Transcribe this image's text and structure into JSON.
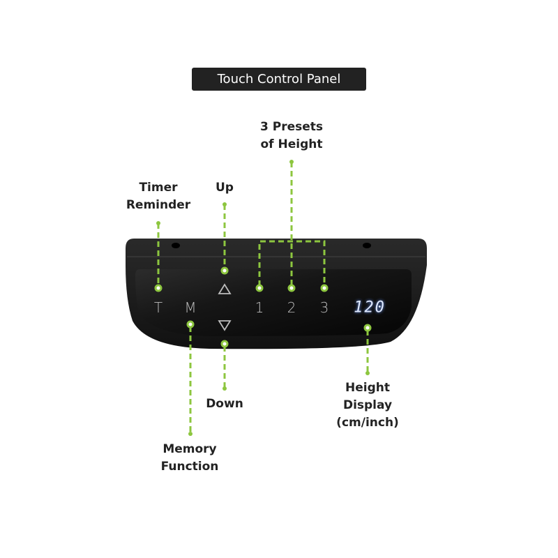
{
  "title": "Touch Control Panel",
  "labels": {
    "presets": [
      "3 Presets",
      "of Height"
    ],
    "timer": [
      "Timer",
      "Reminder"
    ],
    "up": "Up",
    "down": "Down",
    "memory": [
      "Memory",
      "Function"
    ],
    "height_display": [
      "Height",
      "Display",
      "(cm/inch)"
    ]
  },
  "panel": {
    "keys": {
      "timer": "T",
      "memory": "M",
      "preset1": "1",
      "preset2": "2",
      "preset3": "3"
    },
    "display_value": "120"
  },
  "colors": {
    "accent": "#8dc63f",
    "panel": "#1a1a1a",
    "title_bg": "#222222"
  }
}
